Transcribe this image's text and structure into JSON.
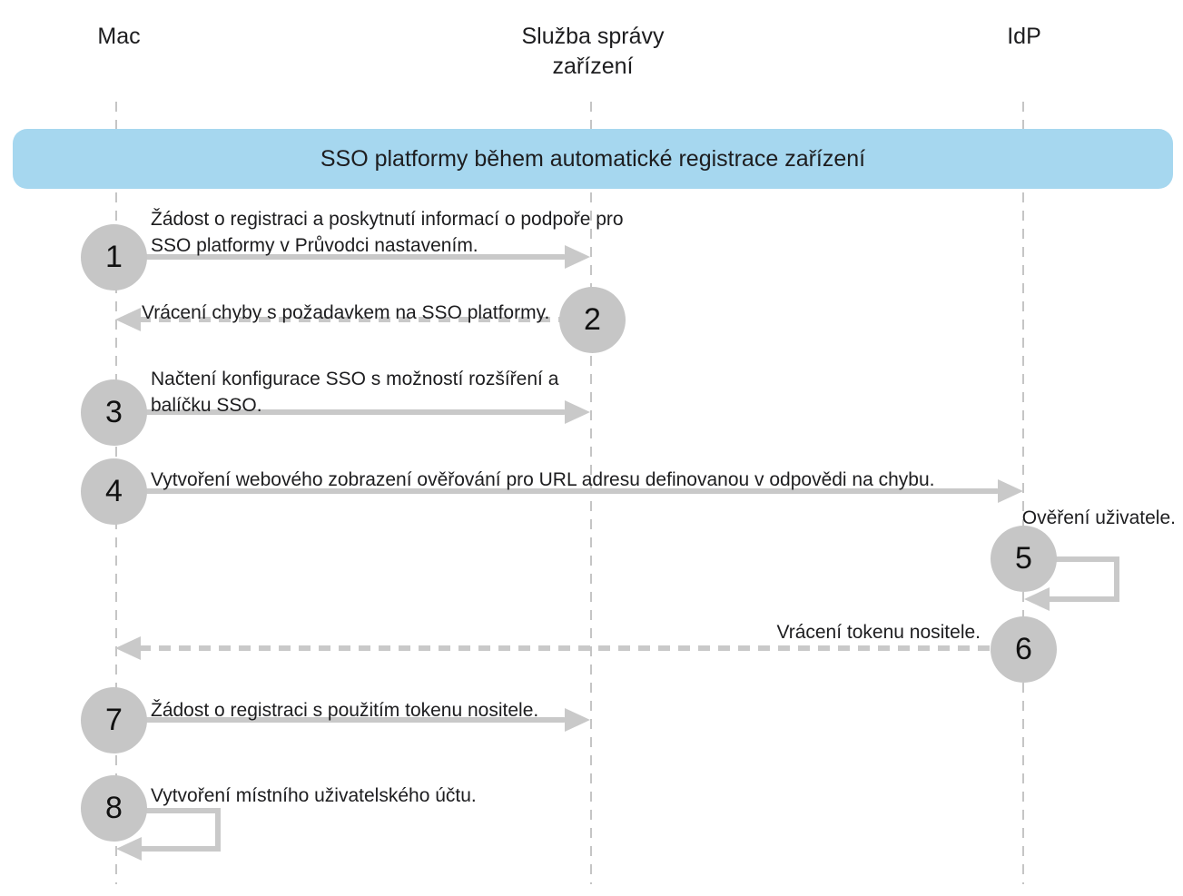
{
  "diagram": {
    "title_banner": "SSO platformy během automatické registrace zařízení",
    "actors": [
      {
        "name": "Mac"
      },
      {
        "name": "Služba správy zařízení"
      },
      {
        "name": "IdP"
      }
    ],
    "steps": [
      {
        "num": "1",
        "label": "Žádost o registraci a poskytnutí informací o podpoře pro SSO platformy v Průvodci nastavením.",
        "from": "Mac",
        "to": "Služba správy zařízení",
        "style": "solid"
      },
      {
        "num": "2",
        "label": "Vrácení chyby s požadavkem na SSO platformy.",
        "from": "Služba správy zařízení",
        "to": "Mac",
        "style": "dashed"
      },
      {
        "num": "3",
        "label": "Načtení konfigurace SSO s možností rozšíření a balíčku SSO.",
        "from": "Mac",
        "to": "Služba správy zařízení",
        "style": "solid"
      },
      {
        "num": "4",
        "label": "Vytvoření webového zobrazení ověřování pro URL adresu definovanou v odpovědi na chybu.",
        "from": "Mac",
        "to": "IdP",
        "style": "solid"
      },
      {
        "num": "5",
        "label": "Ověření uživatele.",
        "from": "IdP",
        "to": "IdP",
        "style": "self-loop"
      },
      {
        "num": "6",
        "label": "Vrácení tokenu nositele.",
        "from": "IdP",
        "to": "Mac",
        "style": "dashed"
      },
      {
        "num": "7",
        "label": "Žádost o registraci s použitím tokenu nositele.",
        "from": "Mac",
        "to": "Služba správy zařízení",
        "style": "solid"
      },
      {
        "num": "8",
        "label": "Vytvoření místního uživatelského účtu.",
        "from": "Mac",
        "to": "Mac",
        "style": "self-loop"
      }
    ],
    "colors": {
      "banner_bg": "#a6d7ef",
      "node": "#c6c6c6",
      "arrow": "#c9c9c9",
      "lifeline": "#c5c5c5",
      "text": "#1d1d1f"
    }
  }
}
